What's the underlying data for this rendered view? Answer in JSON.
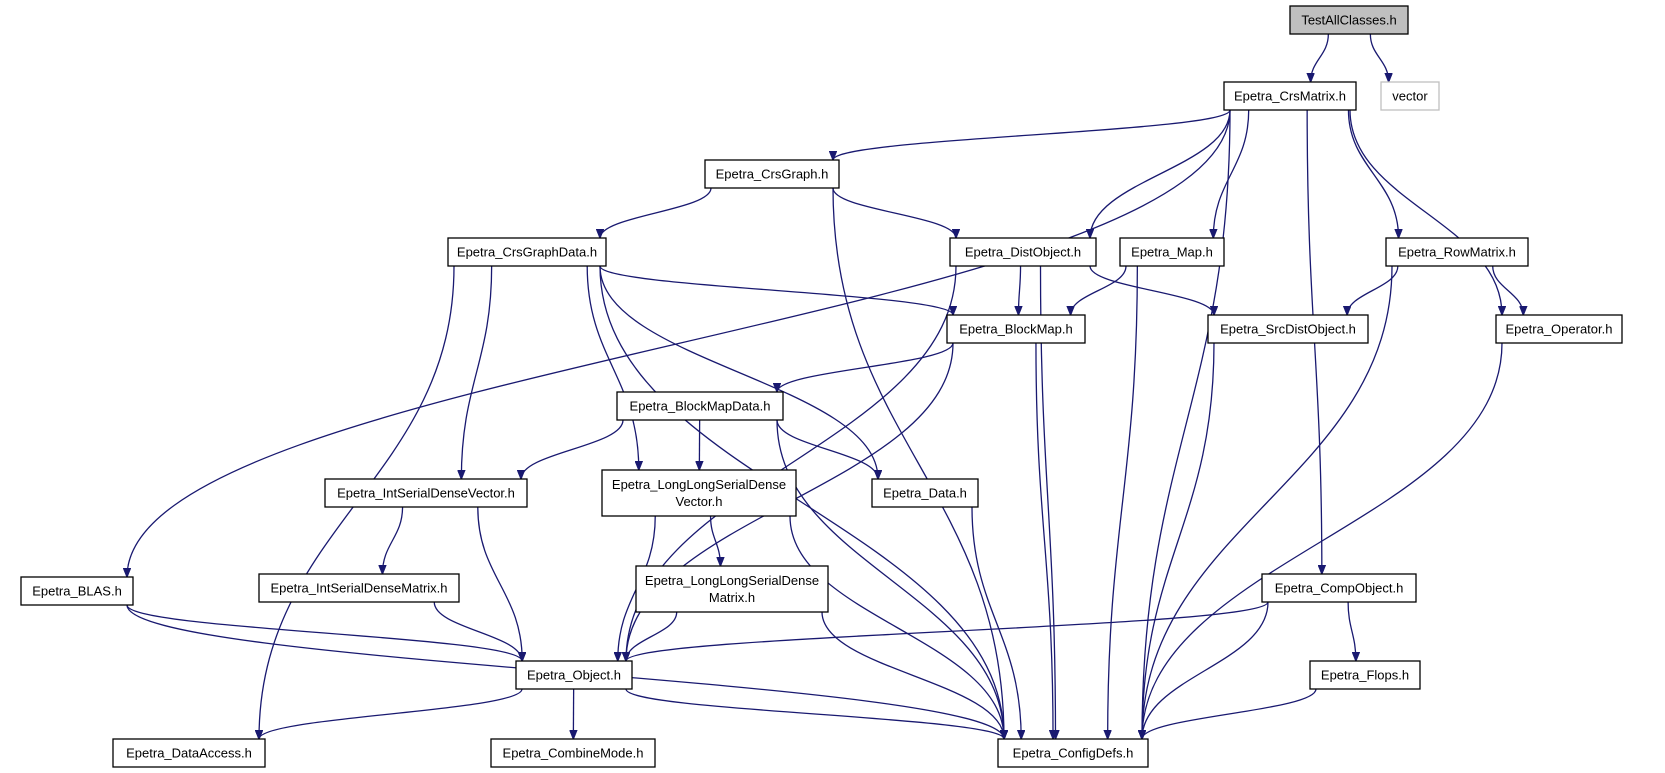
{
  "colors": {
    "edge": "#191970",
    "root_fill": "#bfbfbf",
    "node_border": "#000000",
    "external_border": "#bfbfbf"
  },
  "nodes": [
    {
      "id": "testall",
      "lines": [
        "TestAllClasses.h"
      ],
      "kind": "root"
    },
    {
      "id": "crsmatrix",
      "lines": [
        "Epetra_CrsMatrix.h"
      ]
    },
    {
      "id": "vector",
      "lines": [
        "vector"
      ],
      "kind": "external"
    },
    {
      "id": "crsgraph",
      "lines": [
        "Epetra_CrsGraph.h"
      ]
    },
    {
      "id": "crsgraphdata",
      "lines": [
        "Epetra_CrsGraphData.h"
      ]
    },
    {
      "id": "distobject",
      "lines": [
        "Epetra_DistObject.h"
      ]
    },
    {
      "id": "map",
      "lines": [
        "Epetra_Map.h"
      ]
    },
    {
      "id": "rowmatrix",
      "lines": [
        "Epetra_RowMatrix.h"
      ]
    },
    {
      "id": "blockmap",
      "lines": [
        "Epetra_BlockMap.h"
      ]
    },
    {
      "id": "srcdistobject",
      "lines": [
        "Epetra_SrcDistObject.h"
      ]
    },
    {
      "id": "operator",
      "lines": [
        "Epetra_Operator.h"
      ]
    },
    {
      "id": "blockmapdata",
      "lines": [
        "Epetra_BlockMapData.h"
      ]
    },
    {
      "id": "intserialdensevector",
      "lines": [
        "Epetra_IntSerialDenseVector.h"
      ]
    },
    {
      "id": "longlongserialdensevector",
      "lines": [
        "Epetra_LongLongSerialDense",
        "Vector.h"
      ]
    },
    {
      "id": "data",
      "lines": [
        "Epetra_Data.h"
      ]
    },
    {
      "id": "blas",
      "lines": [
        "Epetra_BLAS.h"
      ]
    },
    {
      "id": "intserialdensematrix",
      "lines": [
        "Epetra_IntSerialDenseMatrix.h"
      ]
    },
    {
      "id": "longlongserialdensematrix",
      "lines": [
        "Epetra_LongLongSerialDense",
        "Matrix.h"
      ]
    },
    {
      "id": "compobject",
      "lines": [
        "Epetra_CompObject.h"
      ]
    },
    {
      "id": "object",
      "lines": [
        "Epetra_Object.h"
      ]
    },
    {
      "id": "flops",
      "lines": [
        "Epetra_Flops.h"
      ]
    },
    {
      "id": "dataaccess",
      "lines": [
        "Epetra_DataAccess.h"
      ]
    },
    {
      "id": "combinemode",
      "lines": [
        "Epetra_CombineMode.h"
      ]
    },
    {
      "id": "configdefs",
      "lines": [
        "Epetra_ConfigDefs.h"
      ]
    }
  ],
  "edges": [
    [
      "testall",
      "crsmatrix"
    ],
    [
      "testall",
      "vector"
    ],
    [
      "crsmatrix",
      "blas"
    ],
    [
      "crsmatrix",
      "crsgraph"
    ],
    [
      "crsmatrix",
      "distobject"
    ],
    [
      "crsmatrix",
      "map"
    ],
    [
      "crsmatrix",
      "compobject"
    ],
    [
      "crsmatrix",
      "rowmatrix"
    ],
    [
      "crsmatrix",
      "operator"
    ],
    [
      "crsmatrix",
      "configdefs"
    ],
    [
      "crsgraph",
      "crsgraphdata"
    ],
    [
      "crsgraph",
      "distobject"
    ],
    [
      "crsgraph",
      "configdefs"
    ],
    [
      "crsgraphdata",
      "dataaccess"
    ],
    [
      "crsgraphdata",
      "configdefs"
    ],
    [
      "crsgraphdata",
      "intserialdensevector"
    ],
    [
      "crsgraphdata",
      "longlongserialdensevector"
    ],
    [
      "crsgraphdata",
      "data"
    ],
    [
      "crsgraphdata",
      "blockmap"
    ],
    [
      "distobject",
      "object"
    ],
    [
      "distobject",
      "blockmap"
    ],
    [
      "distobject",
      "srcdistobject"
    ],
    [
      "distobject",
      "configdefs"
    ],
    [
      "map",
      "blockmap"
    ],
    [
      "map",
      "configdefs"
    ],
    [
      "rowmatrix",
      "srcdistobject"
    ],
    [
      "rowmatrix",
      "operator"
    ],
    [
      "rowmatrix",
      "configdefs"
    ],
    [
      "blockmap",
      "blockmapdata"
    ],
    [
      "blockmap",
      "object"
    ],
    [
      "blockmap",
      "configdefs"
    ],
    [
      "srcdistobject",
      "configdefs"
    ],
    [
      "operator",
      "configdefs"
    ],
    [
      "blockmapdata",
      "intserialdensevector"
    ],
    [
      "blockmapdata",
      "longlongserialdensevector"
    ],
    [
      "blockmapdata",
      "data"
    ],
    [
      "blockmapdata",
      "configdefs"
    ],
    [
      "intserialdensevector",
      "intserialdensematrix"
    ],
    [
      "intserialdensevector",
      "object"
    ],
    [
      "longlongserialdensevector",
      "longlongserialdensematrix"
    ],
    [
      "longlongserialdensevector",
      "object"
    ],
    [
      "longlongserialdensevector",
      "configdefs"
    ],
    [
      "data",
      "configdefs"
    ],
    [
      "blas",
      "object"
    ],
    [
      "blas",
      "configdefs"
    ],
    [
      "intserialdensematrix",
      "object"
    ],
    [
      "longlongserialdensematrix",
      "object"
    ],
    [
      "longlongserialdensematrix",
      "configdefs"
    ],
    [
      "compobject",
      "object"
    ],
    [
      "compobject",
      "flops"
    ],
    [
      "compobject",
      "configdefs"
    ],
    [
      "object",
      "dataaccess"
    ],
    [
      "object",
      "combinemode"
    ],
    [
      "object",
      "configdefs"
    ],
    [
      "flops",
      "configdefs"
    ]
  ]
}
